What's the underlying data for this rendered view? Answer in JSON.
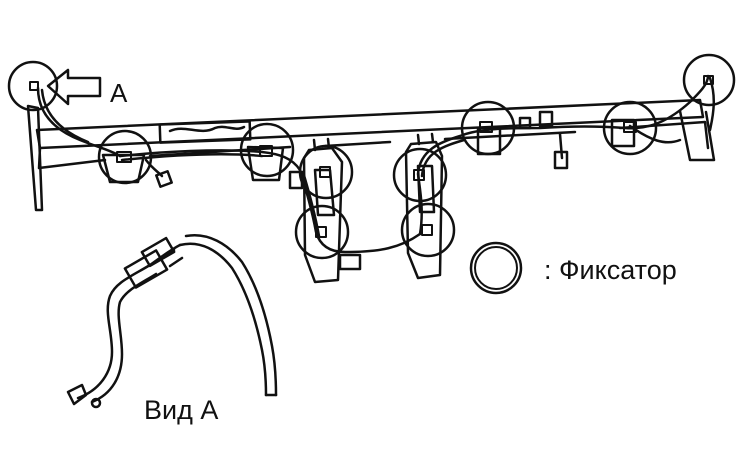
{
  "labels": {
    "view_marker": "A",
    "view_caption": "Вид A",
    "legend_text": ": Фиксатор"
  },
  "colors": {
    "line": "#111111",
    "background": "#ffffff"
  },
  "icons": {
    "legend_symbol": "circle-icon",
    "view_arrow": "arrow-left-icon"
  }
}
